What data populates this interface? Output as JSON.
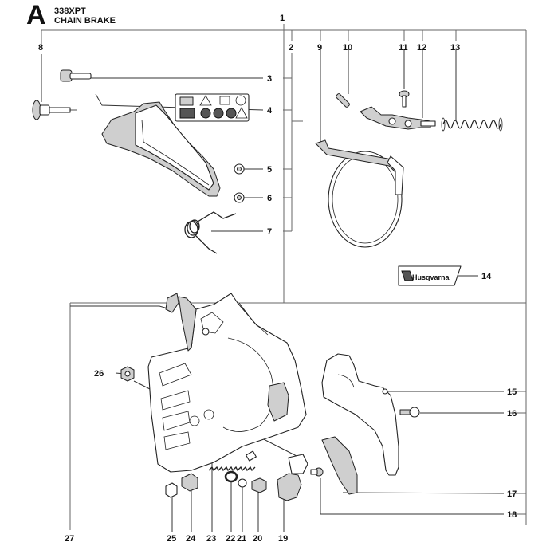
{
  "header": {
    "section_letter": "A",
    "model": "338XPT",
    "section_title": "CHAIN BRAKE"
  },
  "decal": {
    "brand_label": "Husqvarna"
  },
  "callouts": {
    "c1": "1",
    "c2": "2",
    "c3": "3",
    "c4": "4",
    "c5": "5",
    "c6": "6",
    "c7": "7",
    "c8": "8",
    "c9": "9",
    "c10": "10",
    "c11": "11",
    "c12": "12",
    "c13": "13",
    "c14": "14",
    "c15": "15",
    "c16": "16",
    "c17": "17",
    "c18": "18",
    "c19": "19",
    "c20": "20",
    "c21": "21",
    "c22": "22",
    "c23": "23",
    "c24": "24",
    "c25": "25",
    "c26": "26",
    "c27": "27"
  }
}
